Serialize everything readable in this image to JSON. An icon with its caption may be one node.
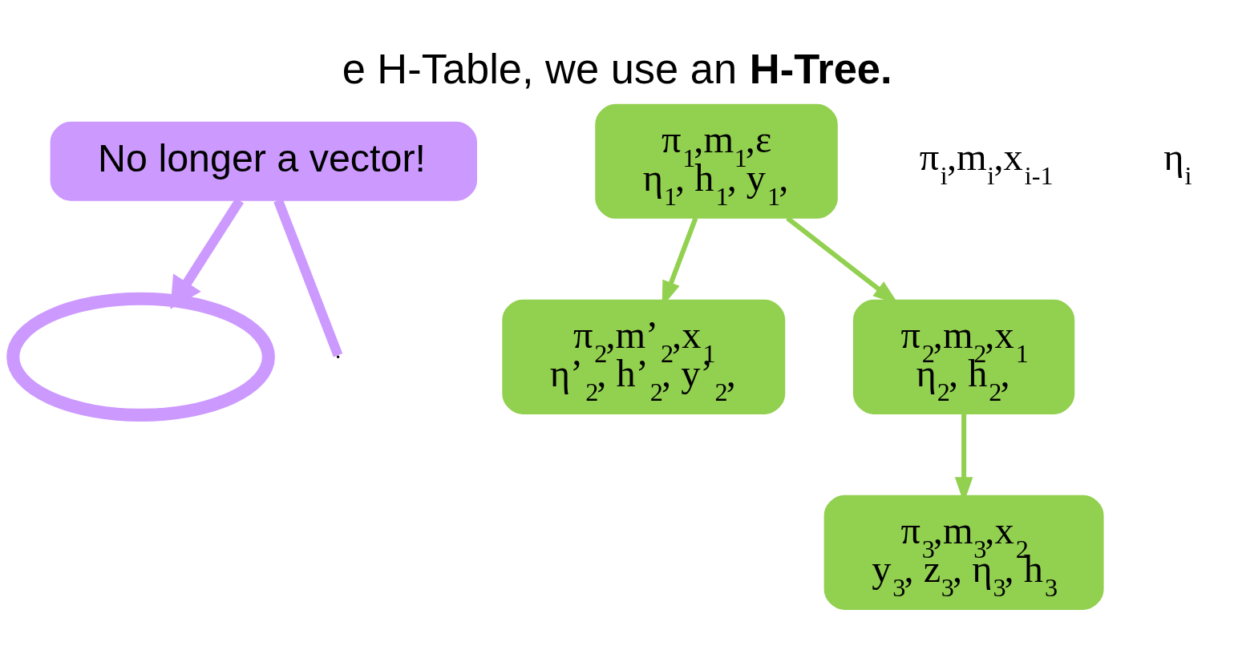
{
  "diagram": {
    "title": "e H-Table, we use an **H-Tree.**",
    "nodes": [
      {
        "text": [],
        "shape": "circle"
      },
      {
        "text": [
          "π$_{1}$,m$_{1}$,ε",
          "η$_{1}$, h$_{1}$, y$_{1}$,"
        ]
      },
      {
        "text": [
          "π$_{2}$,m’$_{2}$,x$_{1}$",
          "η’$_{2}$, h’$_{2}$, y’$_{2}$,"
        ]
      },
      {
        "text": [
          "π$_{2}$,m$_{2}$,x$_{1}$",
          "η$_{2}$, h$_{2}$,"
        ]
      },
      {
        "text": [
          "π$_{3}$,m$_{3}$,x$_{2}$",
          "y$_{3}$, z$_{3}$, η$_{3}$, h$_{3}$"
        ]
      },
      {
        "text": [
          "No longer a vector!"
        ]
      }
    ],
    "edges": [
      {
        "from": 1,
        "to": 2,
        "arrow": "to"
      },
      {
        "from": 1,
        "to": 3,
        "arrow": "to"
      },
      {
        "from": 3,
        "to": 4,
        "arrow": "to"
      },
      {
        "from": 5,
        "to": 0,
        "arrow": "to",
        "style": "thick",
        "color": "#cc99ff"
      },
      {
        "from": 5,
        "to": null,
        "arrow": "none",
        "style": "thick",
        "color": "#cc99ff"
      }
    ],
    "labels": [
      "π$_{i}$,m$_{i}$,x$_{i-1}$",
      "η$_{i}$"
    ]
  }
}
